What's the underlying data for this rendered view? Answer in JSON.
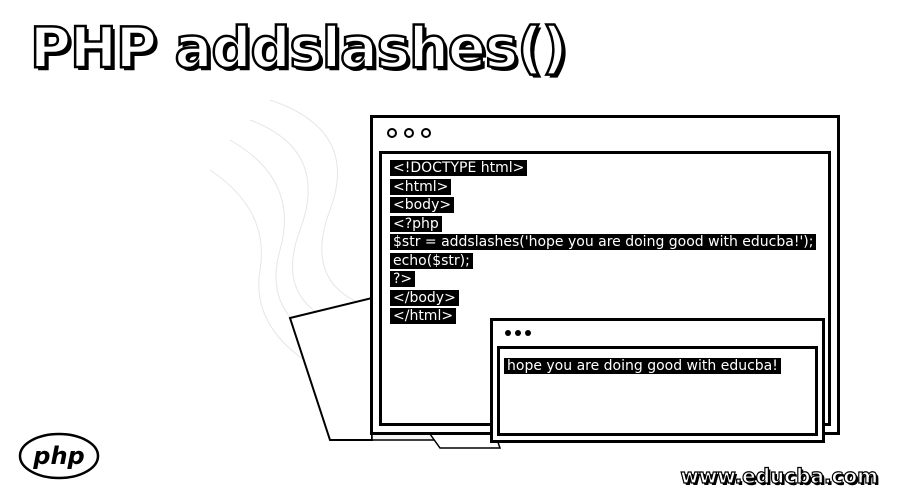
{
  "title": "PHP addslashes()",
  "code_window": {
    "lines": [
      "<!DOCTYPE html>",
      "<html>",
      "<body>",
      "<?php",
      "$str = addslashes('hope you are doing good with educba!');",
      "echo($str);",
      "?>",
      "</body>",
      "</html>"
    ]
  },
  "output_window": {
    "text": "hope you are doing good with educba!"
  },
  "logo": {
    "text": "php"
  },
  "footer": {
    "url": "www.educba.com"
  },
  "colors": {
    "foreground": "#000000",
    "background": "#ffffff"
  }
}
